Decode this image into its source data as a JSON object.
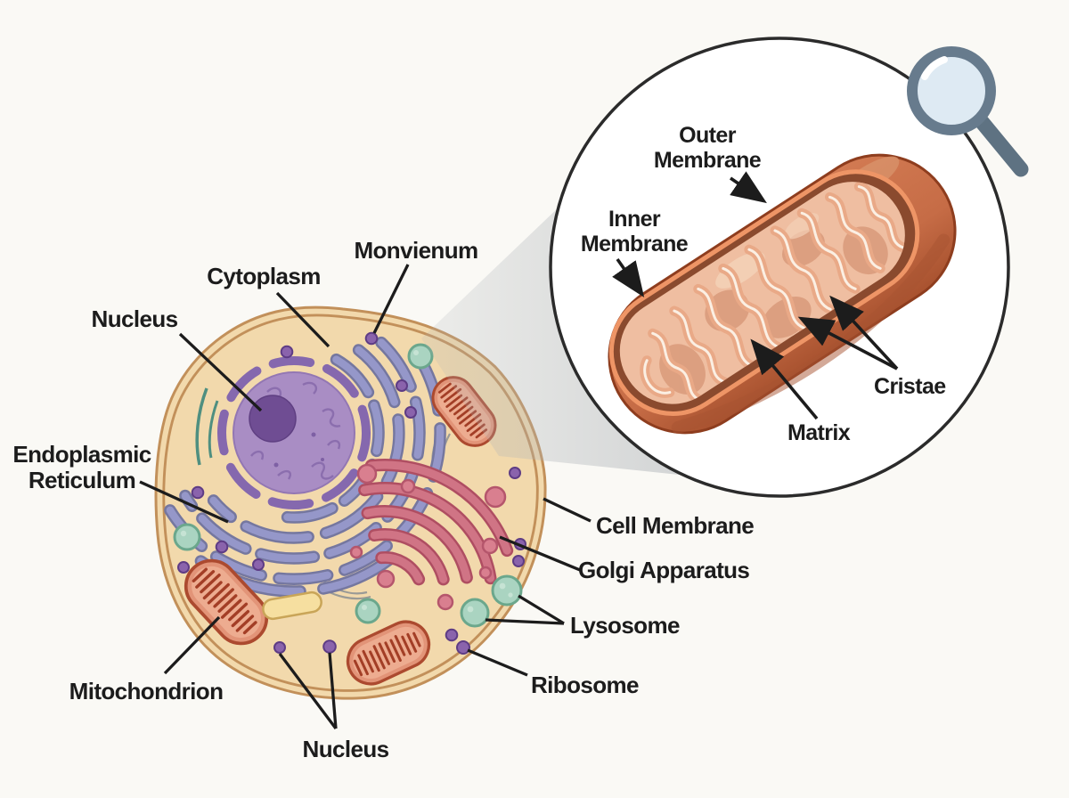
{
  "figure": {
    "type": "biology-diagram",
    "subject": "Animal cell with magnified mitochondrion inset"
  },
  "labels": {
    "cell": [
      {
        "id": "nucleus-top",
        "text": "Nucleus"
      },
      {
        "id": "cytoplasm",
        "text": "Cytoplasm"
      },
      {
        "id": "monvienum",
        "text": "Monvienum"
      },
      {
        "id": "endoplasmic-reticulum",
        "text": "Endoplasmic Reticulum"
      },
      {
        "id": "mitochondrion",
        "text": "Mitochondrion"
      },
      {
        "id": "nucleus-bottom",
        "text": "Nucleus"
      },
      {
        "id": "cell-membrane",
        "text": "Cell Membrane"
      },
      {
        "id": "golgi-apparatus",
        "text": "Golgi Apparatus"
      },
      {
        "id": "lysosome",
        "text": "Lysosome"
      },
      {
        "id": "ribosome",
        "text": "Ribosome"
      }
    ],
    "inset": [
      {
        "id": "outer-membrane",
        "text": "Outer Membrane"
      },
      {
        "id": "inner-membrane",
        "text": "Inner Membrane"
      },
      {
        "id": "cristae",
        "text": "Cristae"
      },
      {
        "id": "matrix",
        "text": "Matrix"
      }
    ]
  },
  "icons": [
    {
      "name": "magnifying-glass-icon",
      "meaning": "magnified detail view"
    }
  ],
  "colors": {
    "background": "#FAF9F5",
    "cell_interior": "#FBEFD3",
    "membrane_band": "#F2D9AC",
    "membrane_edge": "#C2905A",
    "nucleus": "#A98DC4",
    "nucleolus": "#6F4D93",
    "endoplasmic_reticulum": "#9597C9",
    "golgi": "#D07485",
    "mitochondrion_small": "#E29478",
    "mitochondrion_inset": "#C8714B",
    "lysosome": "#AAD4C1",
    "ribosome": "#8A63AC",
    "label_text": "#1C1C1C",
    "inset_circle_stroke": "#2B2B2B"
  }
}
